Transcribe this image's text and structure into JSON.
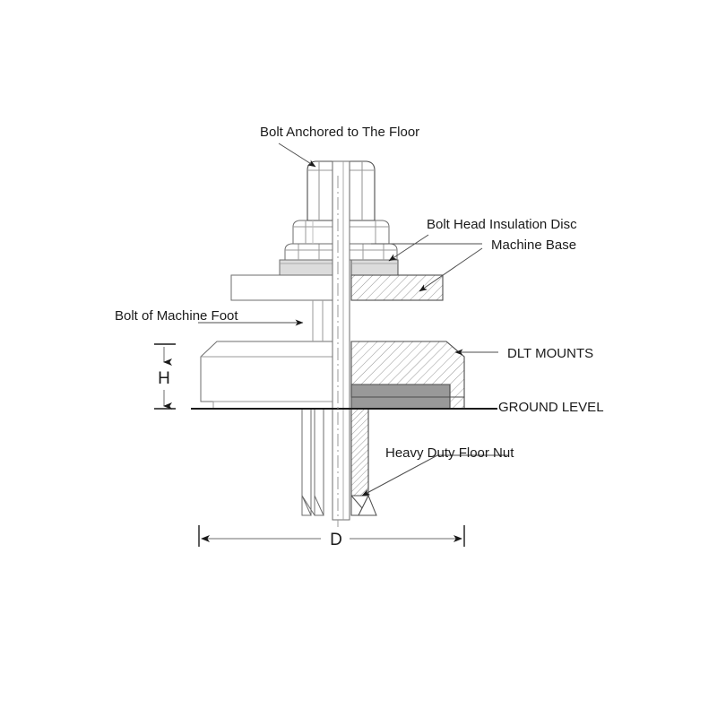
{
  "drawing": {
    "title": "Anti-vibration machine mount installation cross-section",
    "background_color": "#ffffff",
    "line_color": "#4d4d4d",
    "heavy_line_color": "#1a1a1a",
    "text_color": "#1a1a1a",
    "hatch_color": "#808080",
    "fill_light_gray": "#d9d9d9",
    "fill_mid_gray": "#999999",
    "fill_white": "#ffffff"
  },
  "labels": {
    "bolt_anchored": "Bolt Anchored to The Floor",
    "bolt_head_disc": "Bolt Head Insulation Disc",
    "machine_base": "Machine Base",
    "bolt_machine_foot": "Bolt of Machine Foot",
    "dlt_mounts": "DLT MOUNTS",
    "ground_level": "GROUND LEVEL",
    "heavy_duty_floor_nut": "Heavy Duty Floor Nut"
  },
  "dimensions": {
    "height": "H",
    "diameter": "D"
  },
  "parts": [
    {
      "name": "top-hex-nut",
      "type": "hex-nut"
    },
    {
      "name": "middle-hex-nut",
      "type": "hex-nut"
    },
    {
      "name": "lower-hex-nut",
      "type": "hex-nut"
    },
    {
      "name": "bolt-head-insulation-disc",
      "type": "disc"
    },
    {
      "name": "machine-base-plate",
      "type": "plate"
    },
    {
      "name": "dlt-mount-body",
      "type": "mount"
    },
    {
      "name": "ground-level-line",
      "type": "datum"
    },
    {
      "name": "heavy-duty-floor-nut",
      "type": "nut"
    },
    {
      "name": "anchor-bolt-shaft",
      "type": "shaft"
    },
    {
      "name": "centerline",
      "type": "axis"
    }
  ]
}
